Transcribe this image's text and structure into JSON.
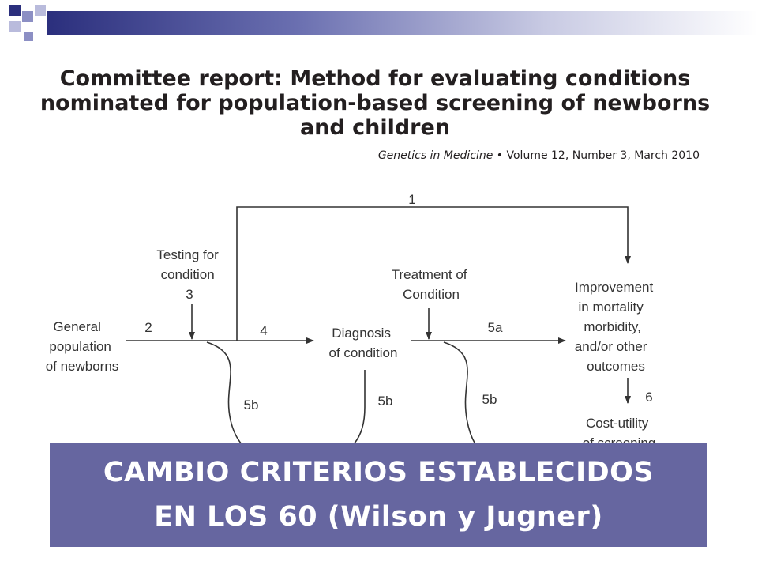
{
  "paper": {
    "title_lines": [
      "Committee report: Method for evaluating conditions",
      "nominated for population-based screening of newborns",
      "and children"
    ],
    "citation_journal": "Genetics in Medicine",
    "citation_details": "• Volume 12, Number 3, March 2010"
  },
  "diagram": {
    "nodes": {
      "population": [
        "General",
        "population",
        "of newborns"
      ],
      "testing": [
        "Testing for",
        "condition",
        "3"
      ],
      "diagnosis": [
        "Diagnosis",
        "of condition"
      ],
      "treatment": [
        "Treatment of",
        "Condition"
      ],
      "improvement": [
        "Improvement",
        "in mortality",
        "morbidity,",
        "and/or other",
        "outcomes"
      ],
      "cost": [
        "Cost-utility",
        "of screening"
      ]
    },
    "arrow_labels": {
      "a1": "1",
      "a2": "2",
      "a4": "4",
      "a5a": "5a",
      "a5b_1": "5b",
      "a5b_2": "5b",
      "a5b_3": "5b",
      "a6": "6"
    }
  },
  "banner": {
    "line1": "CAMBIO CRITERIOS ESTABLECIDOS",
    "line2": "EN LOS 60 (Wilson y Jugner)"
  },
  "colors": {
    "banner_bg": "#6666a0",
    "banner_text": "#ffffff",
    "accent_dark": "#2b2f7d",
    "accent_light": "#8c8fc4"
  }
}
